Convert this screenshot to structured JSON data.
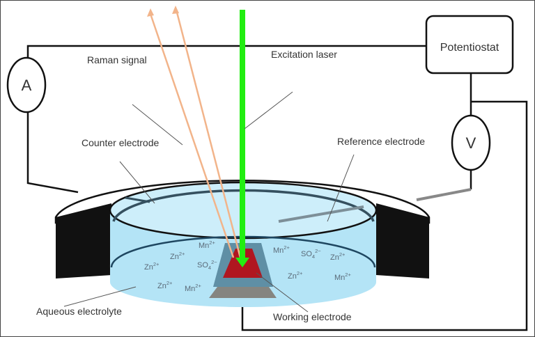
{
  "labels": {
    "potentiostat": "Potentiostat",
    "ammeter": "A",
    "voltmeter": "V",
    "raman_signal": "Raman signal",
    "excitation_laser": "Excitation laser",
    "counter_electrode": "Counter electrode",
    "reference_electrode": "Reference electrode",
    "aqueous_electrolyte": "Aqueous electrolyte",
    "working_electrode": "Working electrode"
  },
  "ions": [
    {
      "base": "Mn",
      "sub": "",
      "charge": "2+"
    },
    {
      "base": "Zn",
      "sub": "",
      "charge": "2+"
    },
    {
      "base": "Zn",
      "sub": "",
      "charge": "2+"
    },
    {
      "base": "SO",
      "sub": "4",
      "charge": "2−"
    },
    {
      "base": "Zn",
      "sub": "",
      "charge": "2+"
    },
    {
      "base": "Mn",
      "sub": "",
      "charge": "2+"
    },
    {
      "base": "Mn",
      "sub": "",
      "charge": "2+"
    },
    {
      "base": "SO",
      "sub": "4",
      "charge": "2−"
    },
    {
      "base": "Zn",
      "sub": "",
      "charge": "2+"
    },
    {
      "base": "Zn",
      "sub": "",
      "charge": "2+"
    },
    {
      "base": "Mn",
      "sub": "",
      "charge": "2+"
    }
  ],
  "colors": {
    "laser": "#22ee11",
    "raman": "#f2b48a",
    "electrolyte": "#b4e4f6",
    "electrode_active": "#b01620",
    "electrode_frame": "#5f8fa5",
    "electrode_base": "#858580"
  }
}
